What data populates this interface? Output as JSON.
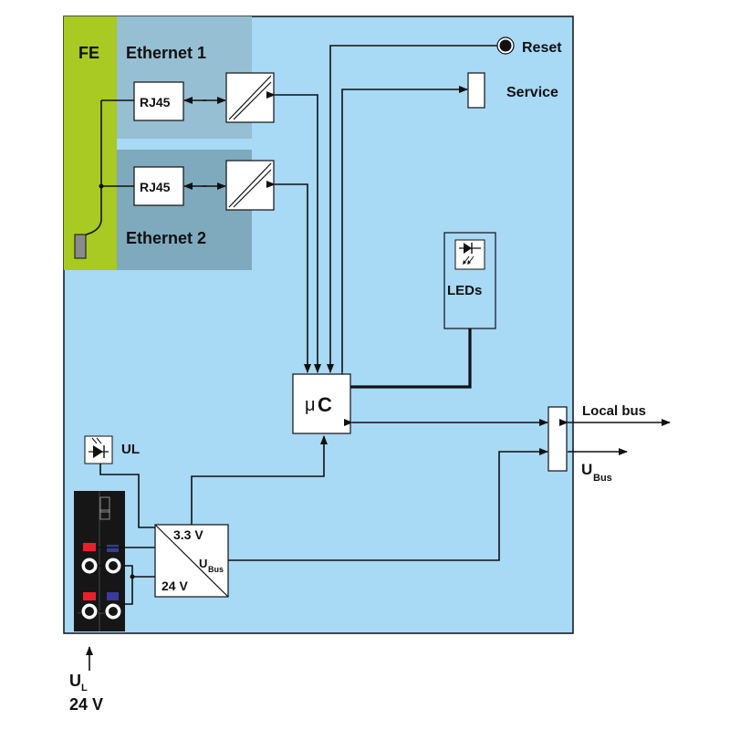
{
  "zones": {
    "fe": "FE",
    "ethernet1": "Ethernet 1",
    "ethernet2": "Ethernet 2"
  },
  "blocks": {
    "rj45_1": "RJ45",
    "rj45_2": "RJ45",
    "leds": "LEDs",
    "mc_mu": "μ",
    "mc_c": "C",
    "ul": "UL",
    "ps_33v": "3.3 V",
    "ps_24v": "24 V",
    "ps_ubus_main": "U",
    "ps_ubus_sub": "Bus"
  },
  "labels": {
    "reset": "Reset",
    "service": "Service",
    "local_bus": "Local bus",
    "ubus_main": "U",
    "ubus_sub": "Bus",
    "ul_main": "U",
    "ul_sub": "L",
    "voltage_24v": "24 V"
  },
  "colors": {
    "module_bg": "#a8d9f5",
    "fe_zone": "#a9c923",
    "ethernet1_zone": "#96bfd4",
    "ethernet2_zone": "#7faabd",
    "connector": "#111111",
    "terminal_red": "#e8202a",
    "terminal_blue": "#3a3a9a"
  },
  "icons": [
    "arrow-icon",
    "diode-icon",
    "led-icon",
    "converter-icon",
    "button-icon"
  ]
}
